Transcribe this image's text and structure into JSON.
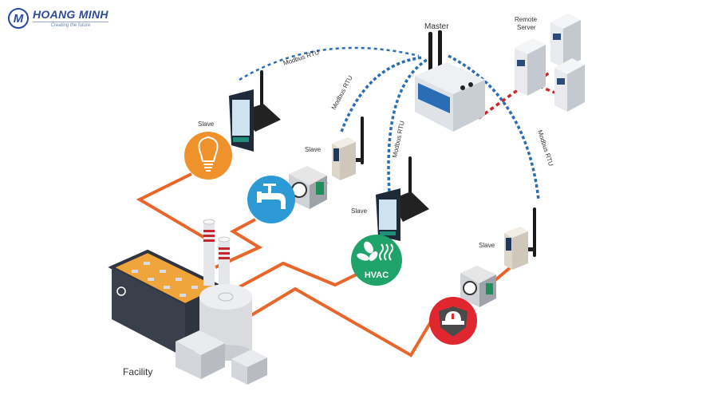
{
  "brand": {
    "name": "HOANG MINH",
    "tagline": "Creating the future",
    "mark": "M"
  },
  "labels": {
    "master": "Master",
    "remote_server_line1": "Remote",
    "remote_server_line2": "Server",
    "facility": "Facility",
    "slave": "Slave",
    "modbus": "Modbus RTU"
  },
  "loads": {
    "lighting": {
      "icon": "lightbulb-icon",
      "color": "#f0922b"
    },
    "water": {
      "icon": "water-tap-icon",
      "color": "#2d9ad6"
    },
    "hvac": {
      "icon": "fan-icon",
      "text": "HVAC",
      "color": "#1fa36b"
    },
    "alarm": {
      "icon": "alarm-siren-icon",
      "color": "#e0262e"
    }
  },
  "colors": {
    "wire": "#e8662a",
    "modbus_link": "#2a6db5",
    "server_link": "#c8262e"
  },
  "devices": {
    "slaves": [
      "power-meter",
      "io-module",
      "power-meter",
      "io-module"
    ],
    "sensors": [
      "flow-meter",
      "flow-meter"
    ]
  }
}
